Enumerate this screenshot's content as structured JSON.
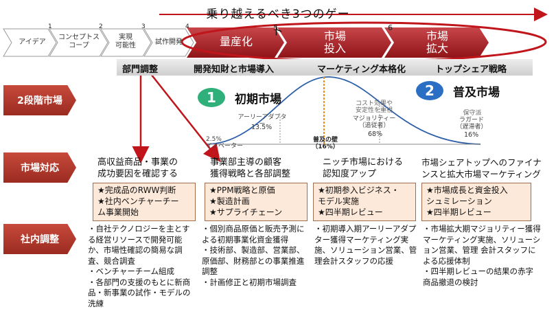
{
  "top": {
    "title": "乗り越えるべき3つのゲート",
    "stages": [
      {
        "label": "アイデア",
        "num": "1"
      },
      {
        "label": "コンセプトス\nコープ",
        "num": "2"
      },
      {
        "label": "実現\n可能性",
        "num": "3"
      },
      {
        "label": "試作開発",
        "num": "4"
      }
    ],
    "red_stages": [
      {
        "label": "量産化",
        "num": "5"
      },
      {
        "label": "市場\n投入",
        "num": "6"
      },
      {
        "label": "市場\n拡大",
        "num": ""
      }
    ],
    "gray_bar": [
      "部門調整",
      "開発知財と市場導入",
      "マーケティング本格化",
      "トップシェア戦略"
    ]
  },
  "row_labels": {
    "two_stage": "2段階市場",
    "market": "市場対応",
    "internal": "社内調整"
  },
  "markets": {
    "early": {
      "num": "1",
      "label": "初期市場"
    },
    "main": {
      "num": "2",
      "label": "普及市場"
    },
    "curve": {
      "innovator": "2.5%\nイノベーター",
      "early_adopter": "アーリーアダプター",
      "early_adopter_pct": "13.5%",
      "majority_note": "コスト効果や\n安定性を重視",
      "majority": "マジョリティー\n（追従者）",
      "majority_pct": "68%",
      "laggard_note": "保守派",
      "laggard": "ラガード\n（遅滞者）",
      "laggard_pct": "16%",
      "chasm": "普及の壁\n（16%）"
    }
  },
  "columns": [
    {
      "head": "高収益商品・事業の\n成功要因を確認する",
      "box": "★完成品のRWW判断\n★社内ベンチャーチー\nム事業開始",
      "bullets": [
        "・自社テクノロジーを主とする経営リソースで開発可能か、市場性確認の簡易な調査、競合調査",
        "・ベンチャーチーム組成",
        "・各部門の支援のもとに新商品・新事業の試作・モデルの洗練"
      ]
    },
    {
      "head": "事業部主導の顧客\n獲得戦略と各部調整",
      "box": "★PPM戦略と原価\n★製造計画\n★サプライチェーン",
      "bullets": [
        "・個別商品原価と販売予測による初期事業化資金獲得",
        "・技術部、製造部、営業部、原価部、財務部との事業推進調整",
        "・計画修正と初期市場調査"
      ]
    },
    {
      "head": "ニッチ市場における\n認知度アップ",
      "box": "★初期参入ビジネス・\nモデル実施\n★四半期レビュー",
      "bullets": [
        "・初期導入期アーリーアダプター獲得マーケティング実施、ソリューション営業、管理会計スタッフの応援"
      ]
    },
    {
      "head": "市場シェアトップへのファイナ\nンスと拡大市場マーケティング",
      "box": "★市場成長と資金投入\nシュミレーション\n★四半期レビュー",
      "bullets": [
        "・市場拡大期マジョリティー獲得マーケティング実施、ソリューション営業、管理 会計スタッフによる応援体制",
        "・四半期レビューの結果の赤字商品撤退の検討"
      ]
    }
  ]
}
